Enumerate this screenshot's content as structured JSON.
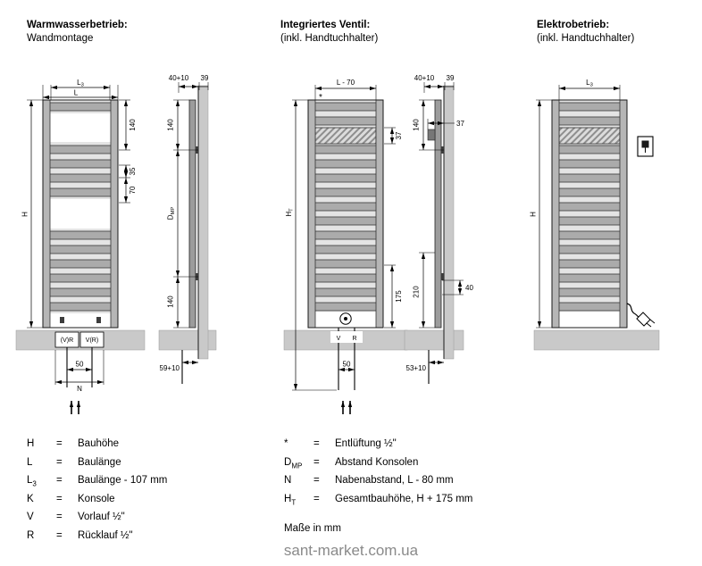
{
  "sections": [
    {
      "title": "Warmwasserbetrieb:",
      "subtitle": "Wandmontage"
    },
    {
      "title": "Integriertes Ventil:",
      "subtitle": "(inkl. Handtuchhalter)"
    },
    {
      "title": "Elektrobetrieb:",
      "subtitle": "(inkl. Handtuchhalter)"
    }
  ],
  "dims": {
    "d1": {
      "l3_main": "L",
      "l3_sub": "3",
      "l": "L",
      "v140": "140",
      "v35": "35",
      "v70": "70",
      "h": "H",
      "conn_left": "(V)R",
      "conn_right": "V(R)",
      "v50": "50",
      "n": "N"
    },
    "d2": {
      "offset": "40+10",
      "depth": "39",
      "v140_top": "140",
      "dmp_main": "D",
      "dmp_sub": "MP",
      "v140_bottom": "140",
      "bottom": "59+10"
    },
    "d3": {
      "l70": "L - 70",
      "star": "*",
      "v37": "37",
      "ht_main": "H",
      "ht_sub": "T",
      "v175": "175",
      "v": "V",
      "r": "R",
      "v50": "50"
    },
    "d4": {
      "offset": "40+10",
      "depth": "39",
      "v140": "140",
      "v37": "37",
      "v40": "40",
      "v210": "210",
      "bottom": "53+10"
    },
    "d5": {
      "l3_main": "L",
      "l3_sub": "3",
      "h": "H"
    }
  },
  "eq": "=",
  "legend_left": [
    {
      "sym": "H",
      "sub": "",
      "desc": "Bauhöhe"
    },
    {
      "sym": "L",
      "sub": "",
      "desc": "Baulänge"
    },
    {
      "sym": "L",
      "sub": "3",
      "desc": "Baulänge - 107 mm"
    },
    {
      "sym": "K",
      "sub": "",
      "desc": "Konsole"
    },
    {
      "sym": "V",
      "sub": "",
      "desc": "Vorlauf ½\""
    },
    {
      "sym": "R",
      "sub": "",
      "desc": "Rücklauf ½\""
    }
  ],
  "legend_right": [
    {
      "sym": "*",
      "sub": "",
      "desc": "Entlüftung ½\""
    },
    {
      "sym": "D",
      "sub": "MP",
      "desc": "Abstand Konsolen"
    },
    {
      "sym": "N",
      "sub": "",
      "desc": "Nabenabstand, L - 80 mm"
    },
    {
      "sym": "H",
      "sub": "T",
      "desc": "Gesamtbauhöhe, H + 175 mm"
    }
  ],
  "note": "Maße in mm",
  "watermark": "sant-market.com.ua"
}
